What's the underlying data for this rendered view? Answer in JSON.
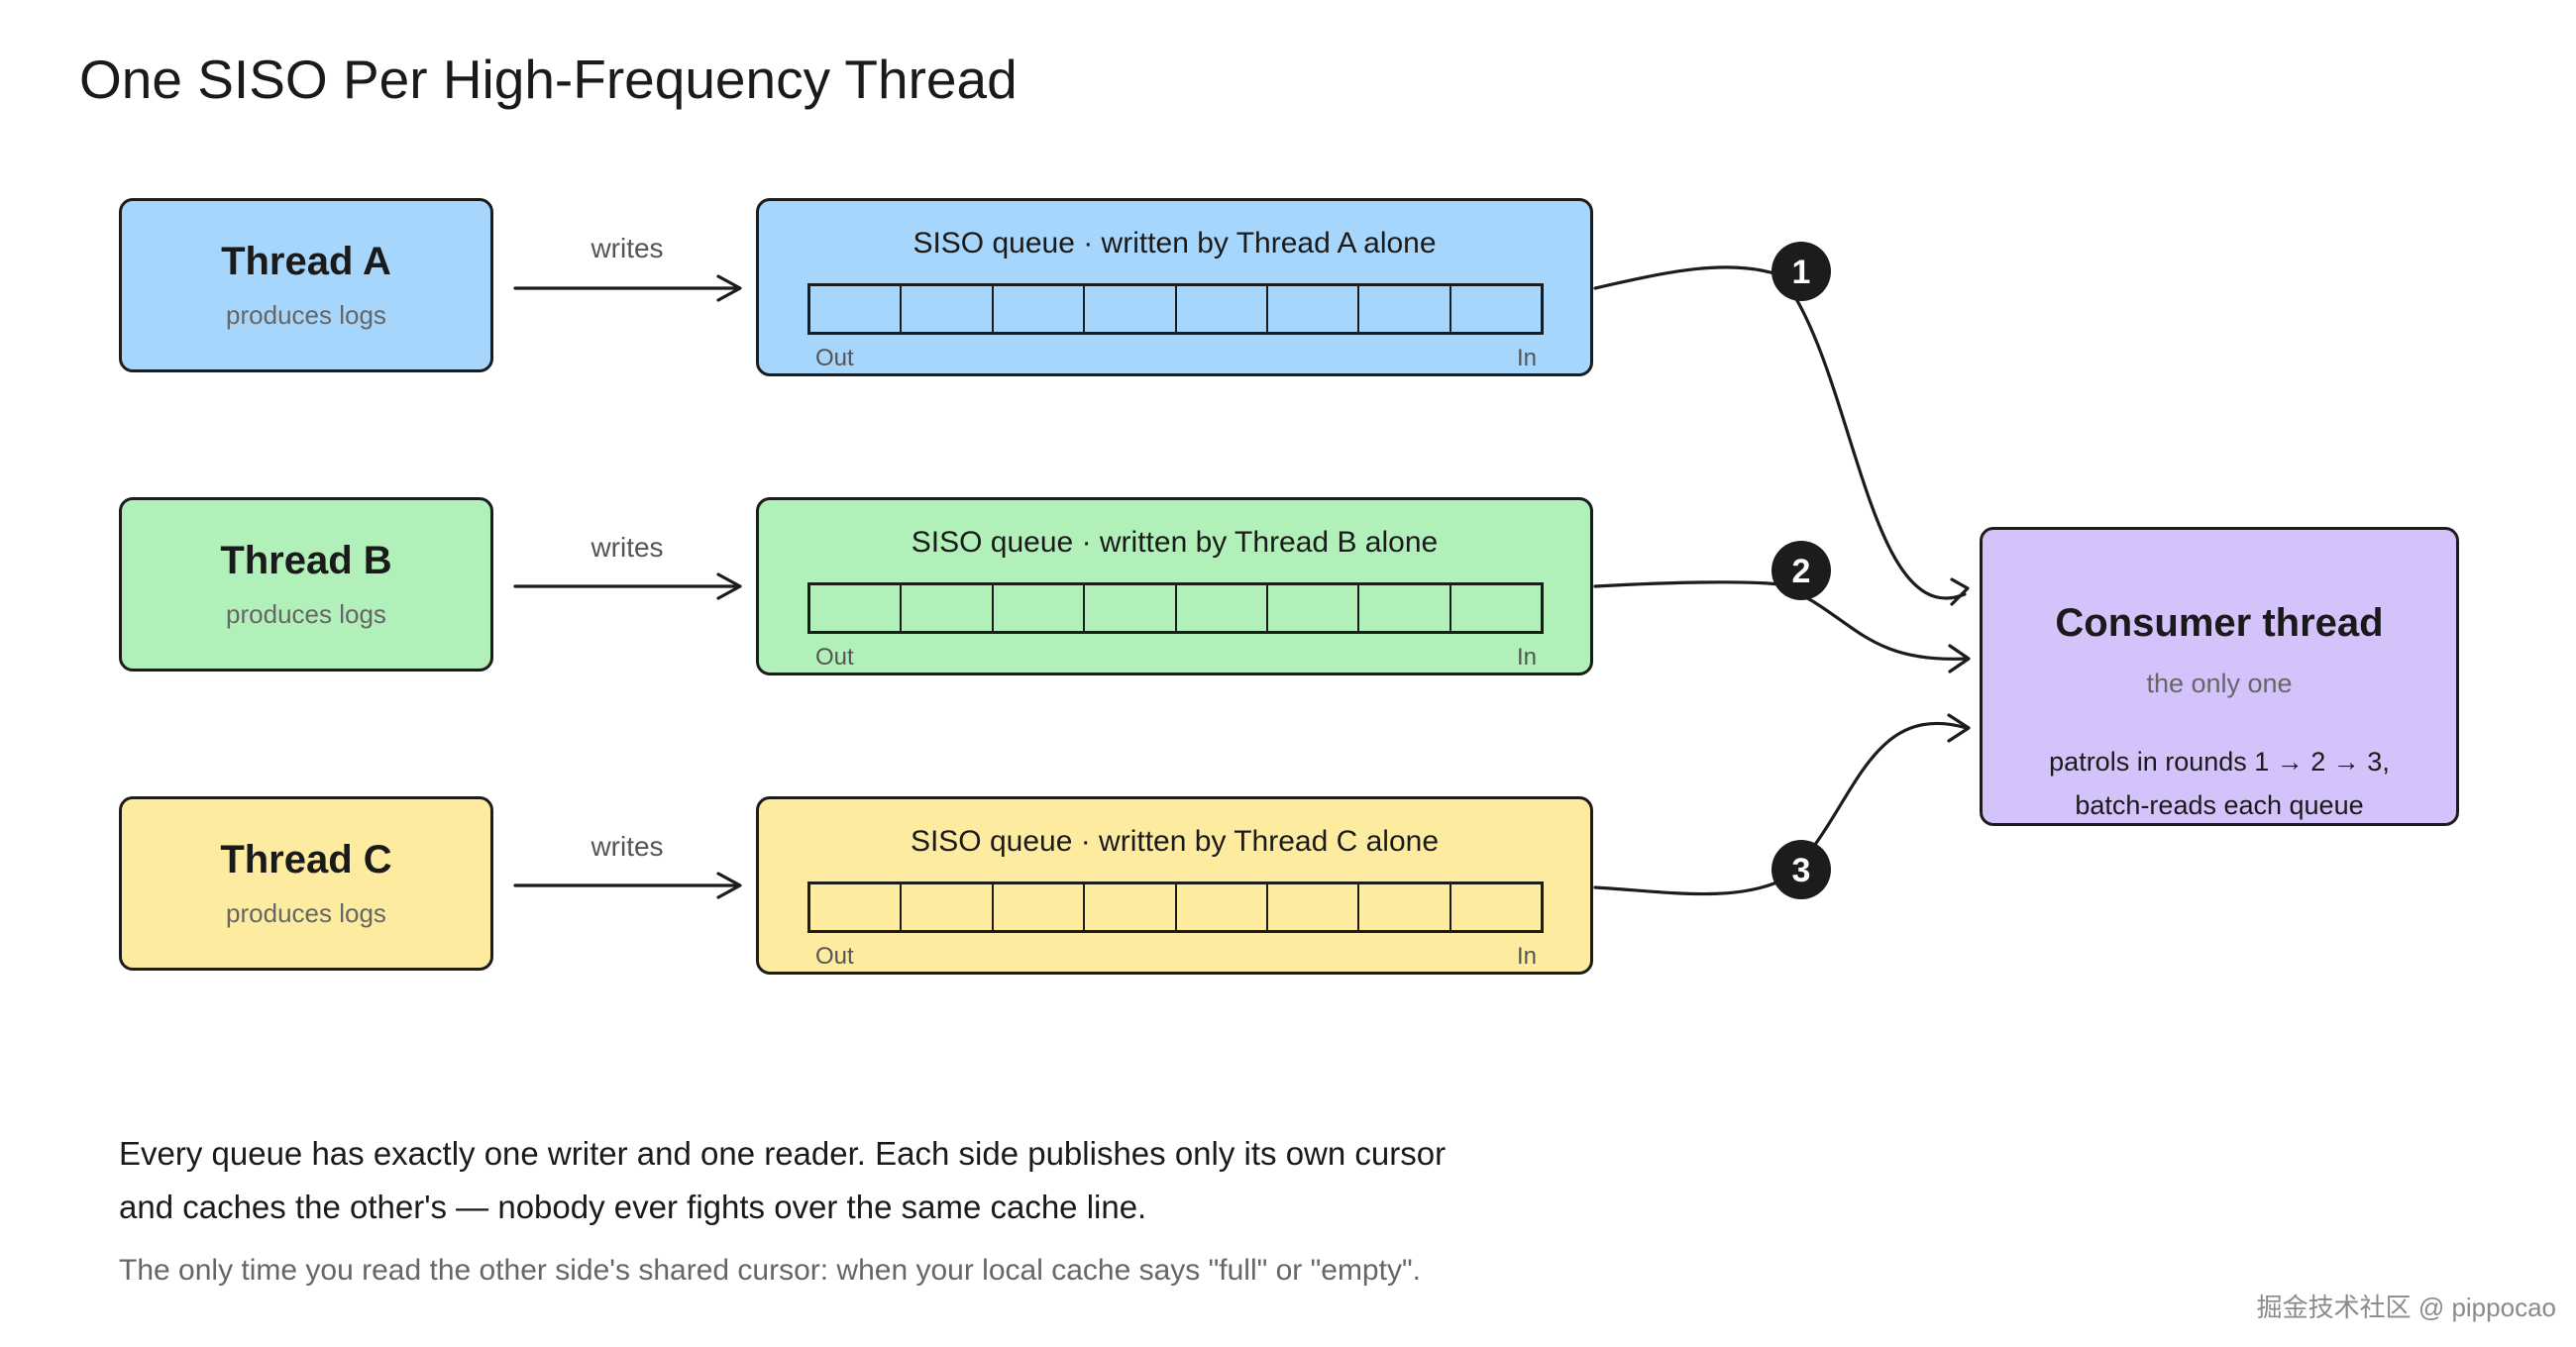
{
  "title": "One SISO Per High-Frequency Thread",
  "edge_label": "writes",
  "lanes": [
    {
      "thread_name": "Thread A",
      "thread_sub": "produces logs",
      "queue_title": "SISO queue · written by Thread A alone",
      "out_label": "Out",
      "in_label": "In",
      "step": "1",
      "color": "#a6d6fc"
    },
    {
      "thread_name": "Thread B",
      "thread_sub": "produces logs",
      "queue_title": "SISO queue · written by Thread B alone",
      "out_label": "Out",
      "in_label": "In",
      "step": "2",
      "color": "#b1f0b8"
    },
    {
      "thread_name": "Thread C",
      "thread_sub": "produces logs",
      "queue_title": "SISO queue · written by Thread C alone",
      "out_label": "Out",
      "in_label": "In",
      "step": "3",
      "color": "#fdeca0"
    }
  ],
  "consumer": {
    "name": "Consumer thread",
    "sub": "the only one",
    "desc_line1": "patrols in rounds 1 → 2 → 3,",
    "desc_line2": "batch-reads each queue",
    "color": "#d4c3fb"
  },
  "footer": {
    "line1": "Every queue has exactly one writer and one reader. Each side publishes only its own cursor",
    "line2": "and caches the other's — nobody ever fights over the same cache line.",
    "note": "The only time you read the other side's shared cursor: when your local cache says \"full\" or \"empty\"."
  },
  "watermark": "掘金技术社区 @ pippocao"
}
